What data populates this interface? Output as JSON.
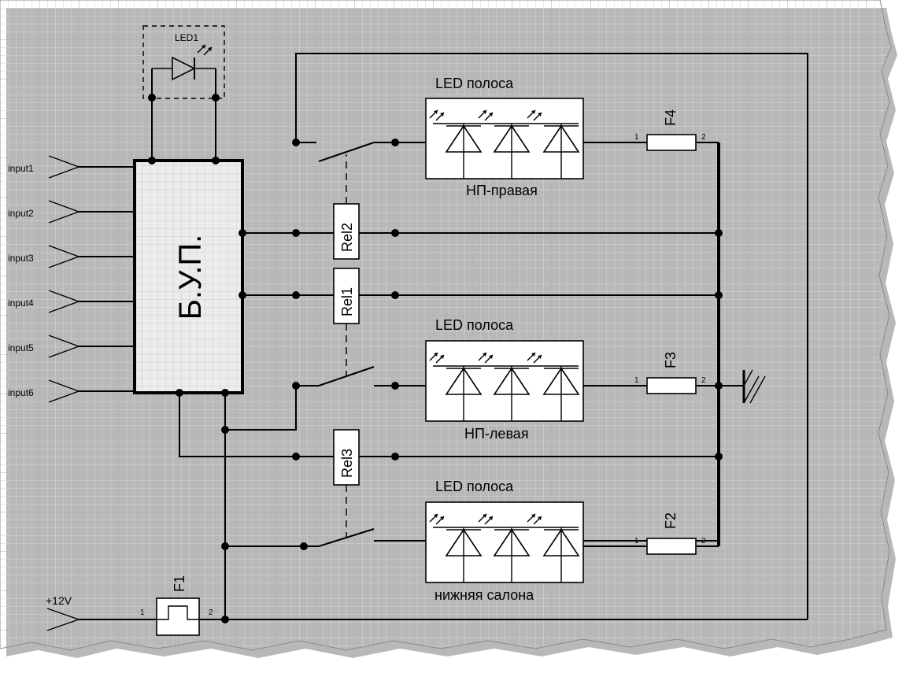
{
  "controller": {
    "label": "Б.У.П."
  },
  "inputs": [
    "input1",
    "input2",
    "input3",
    "input4",
    "input5",
    "input6"
  ],
  "power": {
    "label": "+12V",
    "fuse": "F1",
    "pin1": "1",
    "pin2": "2"
  },
  "indicator": {
    "label": "LED1"
  },
  "relays": [
    "Rel2",
    "Rel1",
    "Rel3"
  ],
  "strips": [
    {
      "title": "LED полоса",
      "name": "НП-правая",
      "fuse": "F4"
    },
    {
      "title": "LED полоса",
      "name": "НП-левая",
      "fuse": "F3"
    },
    {
      "title": "LED полоса",
      "name": "нижняя салона",
      "fuse": "F2"
    }
  ],
  "pins": {
    "one": "1",
    "two": "2"
  },
  "colors": {
    "grid_minor": "#cfd6d6",
    "grid_major": "#9aa4a4",
    "wire": "#000000",
    "controller_fill": "#e8e8e8"
  }
}
